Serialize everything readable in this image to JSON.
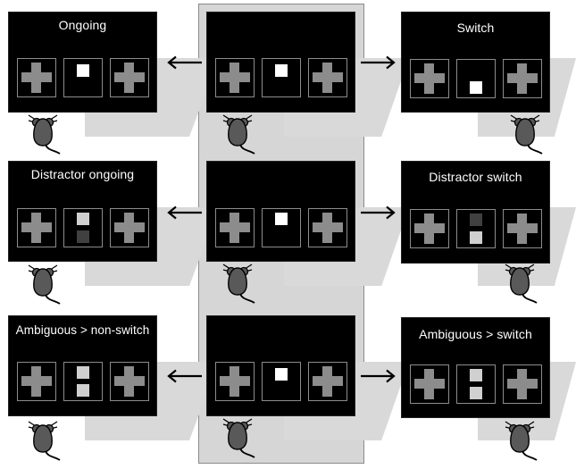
{
  "colors": {
    "screen": "#000000",
    "cross": "#8c8c8c",
    "stimulus_bright": "#ffffff",
    "stimulus_light": "#d0d0d0",
    "stimulus_dark": "#404040",
    "center_panel": "#d6d6d6",
    "mouse_body": "#595959"
  },
  "panels": {
    "ongoing": {
      "title": "Ongoing"
    },
    "switch": {
      "title": "Switch"
    },
    "distractor_ongoing": {
      "title": "Distractor ongoing"
    },
    "distractor_switch": {
      "title": "Distractor switch"
    },
    "ambiguous_nonswitch": {
      "title": "Ambiguous > non-switch"
    },
    "ambiguous_switch": {
      "title": "Ambiguous > switch"
    }
  },
  "icons": [
    "cross-icon",
    "mouse-icon",
    "arrow-left-icon",
    "arrow-right-icon"
  ]
}
